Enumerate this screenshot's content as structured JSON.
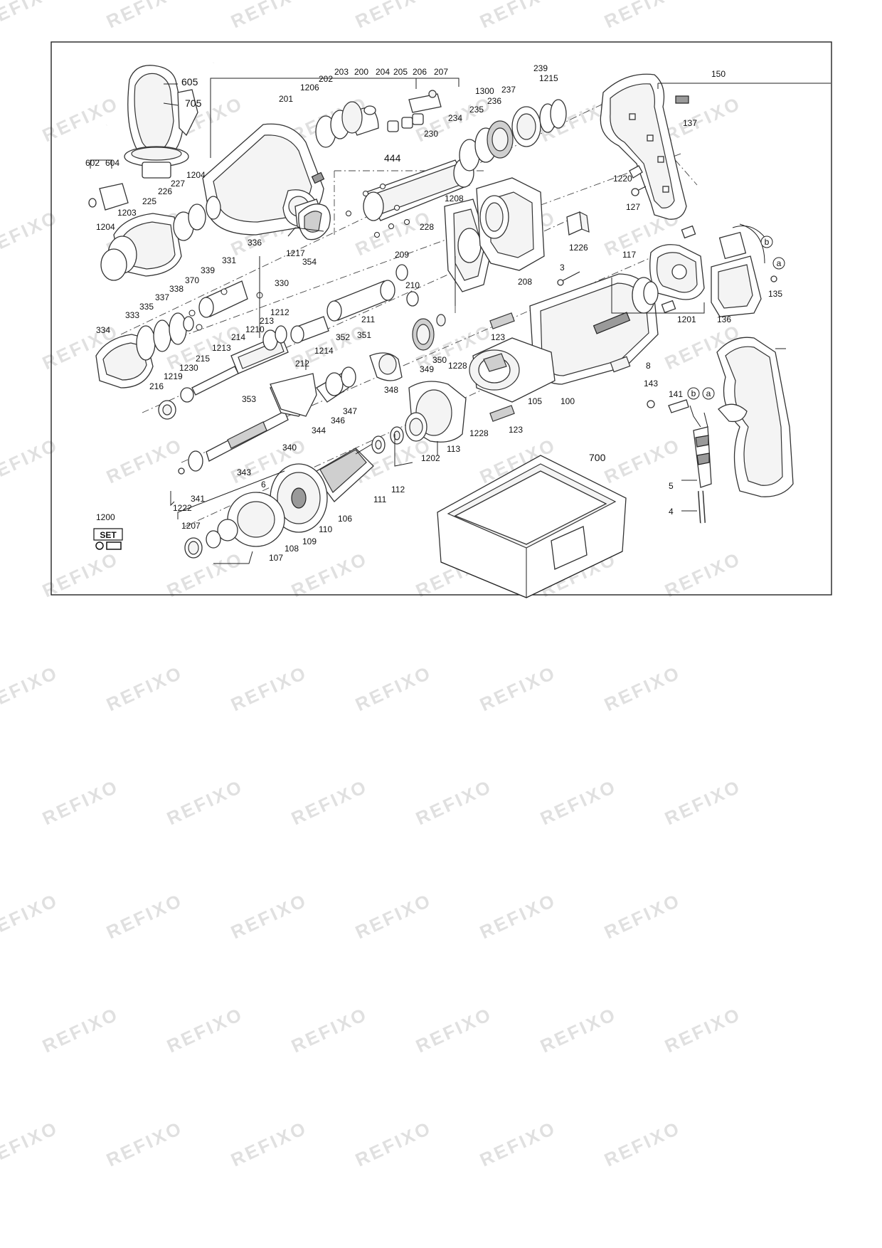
{
  "watermark_text": "REFIXO",
  "part_numbers": {
    "p605": "605",
    "p705": "705",
    "p201": "201",
    "p1206": "1206",
    "p202": "202",
    "p203": "203",
    "p200": "200",
    "p204": "204",
    "p205": "205",
    "p206": "206",
    "p207": "207",
    "p1300": "1300",
    "p1215": "1215",
    "p239": "239",
    "p237": "237",
    "p236": "236",
    "p235": "235",
    "p234": "234",
    "p230": "230",
    "p444": "444",
    "p150": "150",
    "p137": "137",
    "p602": "602",
    "p604": "604",
    "p1204a": "1204",
    "p227": "227",
    "p226": "226",
    "p225": "225",
    "p1203": "1203",
    "p1204b": "1204",
    "p1220": "1220",
    "p127": "127",
    "p1208": "1208",
    "p228": "228",
    "p1226": "1226",
    "p1217": "1217",
    "p354": "354",
    "p336": "336",
    "p331": "331",
    "p330": "330",
    "p339": "339",
    "p370": "370",
    "p338": "338",
    "p337": "337",
    "p335": "335",
    "p333": "333",
    "p334": "334",
    "p209": "209",
    "p210": "210",
    "p211": "211",
    "p208": "208",
    "p3": "3",
    "p117": "117",
    "pa1": "a",
    "pb1": "b",
    "p135": "135",
    "p1201": "1201",
    "p136": "136",
    "p1212": "1212",
    "p213": "213",
    "p1210": "1210",
    "p214": "214",
    "p1213": "1213",
    "p352": "352",
    "p351": "351",
    "p1214": "1214",
    "p212": "212",
    "p215": "215",
    "p1230": "1230",
    "p1219": "1219",
    "p216": "216",
    "p123a": "123",
    "p350": "350",
    "p1228a": "1228",
    "p349": "349",
    "p348": "348",
    "p8": "8",
    "p143": "143",
    "p141": "141",
    "pb2": "b",
    "pa2": "a",
    "p353": "353",
    "p347": "347",
    "p346": "346",
    "p344": "344",
    "p340": "340",
    "p105": "105",
    "p100": "100",
    "p1228b": "1228",
    "p123b": "123",
    "p113": "113",
    "p1202": "1202",
    "p343": "343",
    "p6": "6",
    "p341": "341",
    "p1222": "1222",
    "p111": "111",
    "p112": "112",
    "p700": "700",
    "p5": "5",
    "p4": "4",
    "p1200": "1200",
    "p1207": "1207",
    "p110": "110",
    "p106": "106",
    "p109": "109",
    "p108": "108",
    "p107": "107"
  },
  "set_icon_label": "SET"
}
